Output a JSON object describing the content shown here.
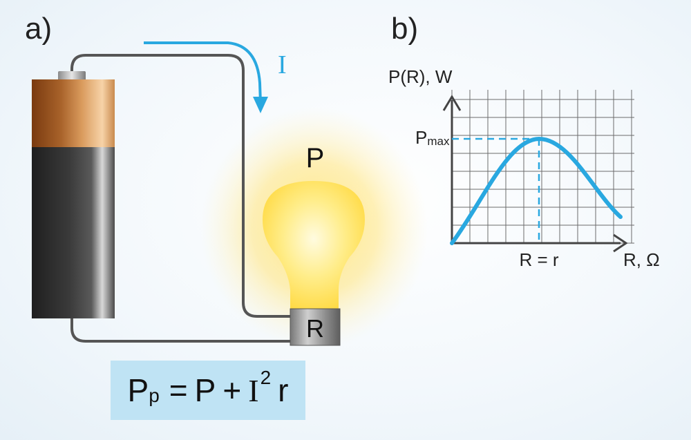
{
  "panel_a": {
    "label": "a)",
    "current_label": "I",
    "bulb_label": "P",
    "resistor_label": "R"
  },
  "panel_b": {
    "label": "b)",
    "y_axis_label": "P(R), W",
    "x_axis_label": "R, Ω",
    "pmax_main": "P",
    "pmax_sub": "max",
    "peak_label": "R = r"
  },
  "formula": {
    "p": "P",
    "p_sub": "p",
    "equals": "=",
    "term1": "P",
    "plus": "+",
    "term2": "I",
    "exponent": "2",
    "term3": "r"
  },
  "colors": {
    "accent": "#29a8e0",
    "wire": "#555555",
    "bulb": "#ffe066",
    "formula_bg": "#bfe3f4"
  }
}
